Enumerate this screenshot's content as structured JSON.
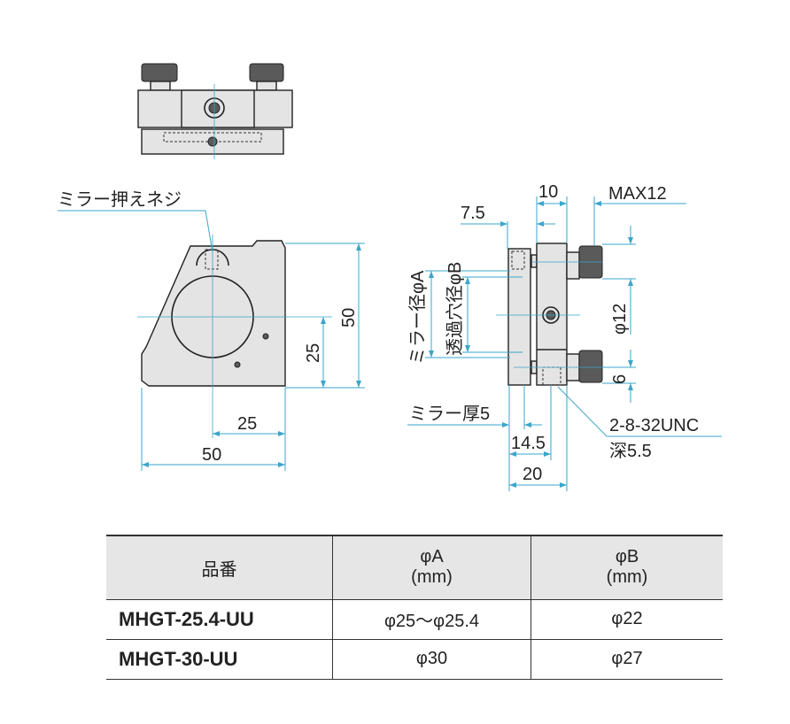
{
  "drawing": {
    "mirror_screw_label": "ミラー押えネジ",
    "dim_50_h": "50",
    "dim_25_h": "25",
    "dim_50_v": "50",
    "dim_25_v": "25",
    "dim_10": "10",
    "dim_max12": "MAX12",
    "dim_7_5": "7.5",
    "mirror_dia_label": "ミラー径φA",
    "through_hole_label": "透過穴径φB",
    "dim_phi12": "φ12",
    "dim_6": "6",
    "mirror_thickness_label": "ミラー厚5",
    "dim_14_5": "14.5",
    "dim_20": "20",
    "thread_label": "2-8-32UNC",
    "depth_label": "深5.5"
  },
  "table": {
    "headers": [
      {
        "line1": "品番",
        "line2": ""
      },
      {
        "line1": "φA",
        "line2": "(mm)"
      },
      {
        "line1": "φB",
        "line2": "(mm)"
      }
    ],
    "rows": [
      {
        "part": "MHGT-25.4-UU",
        "a": "φ25～φ25.4",
        "b": "φ22"
      },
      {
        "part": "MHGT-30-UU",
        "a": "φ30",
        "b": "φ27"
      }
    ]
  }
}
